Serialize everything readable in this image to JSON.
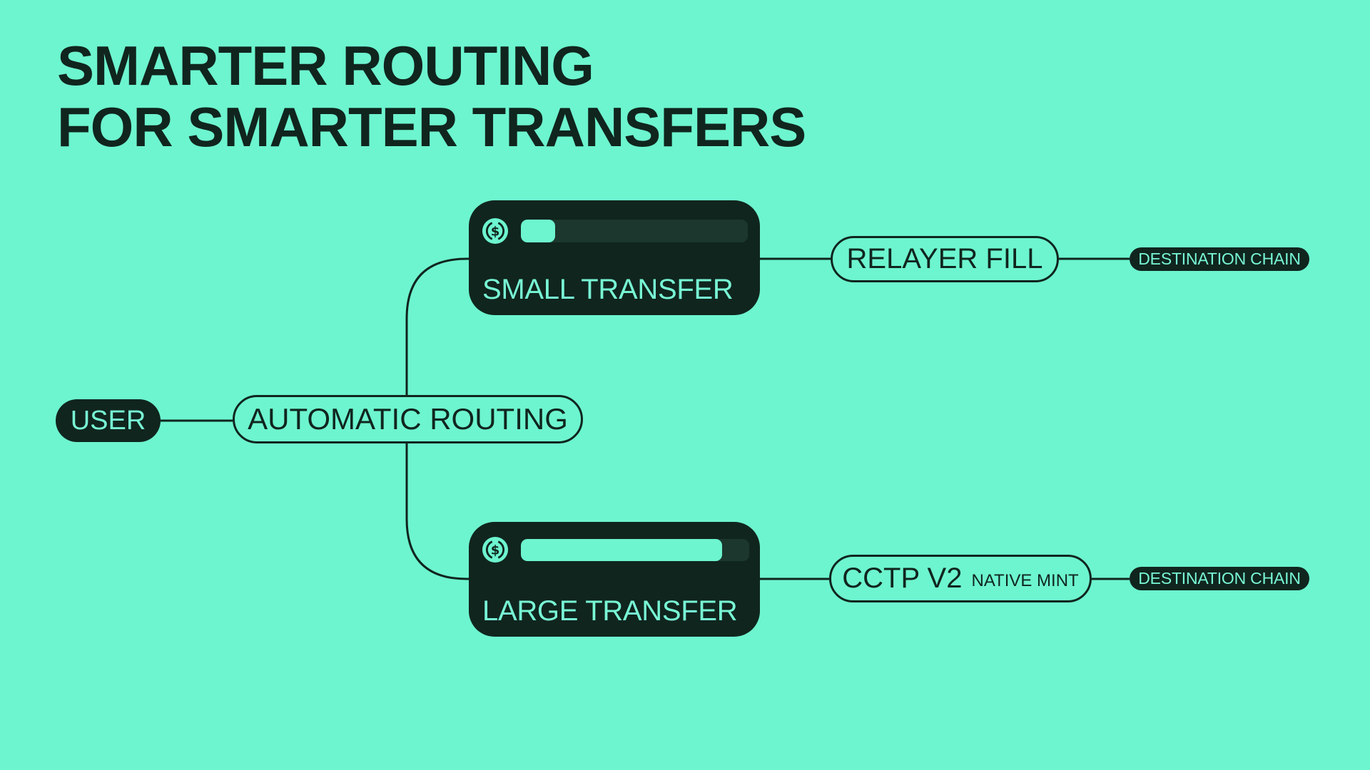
{
  "colors": {
    "background": "#6DF5CF",
    "ink": "#10251E",
    "card_background": "#10251E",
    "progress_track": "#1C372D",
    "progress_fill": "#6DF5CF",
    "on_dark_text": "#78F7D5"
  },
  "title": {
    "line1": "SMARTER ROUTING",
    "line2": "FOR SMARTER TRANSFERS"
  },
  "nodes": {
    "user": {
      "label": "USER"
    },
    "routing": {
      "label": "AUTOMATIC ROUTING"
    },
    "small_card": {
      "label": "SMALL TRANSFER",
      "progress_percent": 15,
      "icon": "usdc-icon"
    },
    "relayer": {
      "label": "RELAYER FILL"
    },
    "dest_top": {
      "label": "DESTINATION CHAIN"
    },
    "large_card": {
      "label": "LARGE TRANSFER",
      "progress_percent": 88,
      "icon": "usdc-icon"
    },
    "cctp": {
      "label": "CCTP V2",
      "sublabel": "NATIVE MINT"
    },
    "dest_bottom": {
      "label": "DESTINATION CHAIN"
    }
  }
}
